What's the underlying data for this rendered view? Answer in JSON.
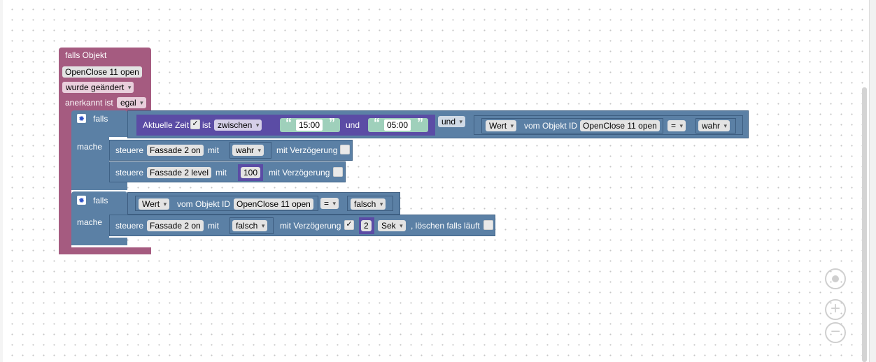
{
  "workspace": {
    "if_object_block": {
      "header": "falls Objekt",
      "object": "OpenClose 11 open",
      "trigger": "wurde geändert",
      "ack_label": "anerkannt ist",
      "ack_value": "egal"
    },
    "if1": {
      "falls": "falls",
      "mache": "mache",
      "time_block": {
        "label": "Aktuelle Zeit",
        "ist": "ist",
        "op": "zwischen",
        "from": "15:00",
        "und": "und",
        "to": "05:00"
      },
      "logic_op": "und",
      "compare": {
        "wert": "Wert",
        "vom": "vom Objekt ID",
        "object": "OpenClose 11 open",
        "eq": "=",
        "value": "wahr"
      },
      "action1": {
        "steuere": "steuere",
        "target": "Fassade 2 on",
        "mit": "mit",
        "value": "wahr",
        "delay_label": "mit Verzögerung"
      },
      "action2": {
        "steuere": "steuere",
        "target": "Fassade 2 level",
        "mit": "mit",
        "value": "100",
        "delay_label": "mit Verzögerung"
      }
    },
    "if2": {
      "falls": "falls",
      "mache": "mache",
      "compare": {
        "wert": "Wert",
        "vom": "vom Objekt ID",
        "object": "OpenClose 11 open",
        "eq": "=",
        "value": "falsch"
      },
      "action": {
        "steuere": "steuere",
        "target": "Fassade 2 on",
        "mit": "mit",
        "value": "falsch",
        "delay_label": "mit Verzögerung",
        "delay_check": "✓",
        "delay_value": "2",
        "unit": "Sek",
        "clear_label": ", löschen falls läuft"
      }
    }
  },
  "controls": {
    "recenter_icon": "crosshair-icon",
    "zoom_in": "+",
    "zoom_out": "−"
  },
  "colors": {
    "event_block": "#a55b80",
    "logic_block": "#5b80a5",
    "time_block": "#5b4ca5",
    "text_block": "#9fd0bb"
  }
}
